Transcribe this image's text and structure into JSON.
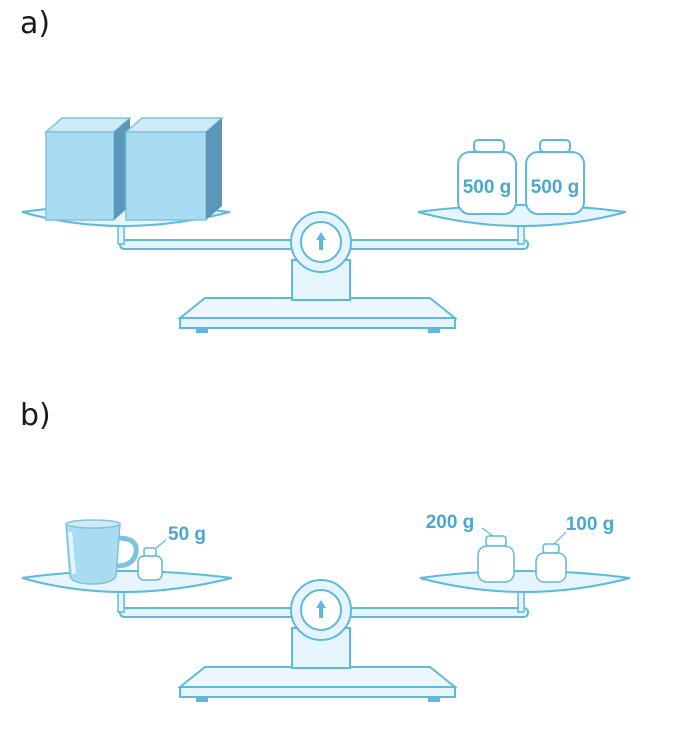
{
  "parts": [
    {
      "label": "a)",
      "left_pan": {
        "items": [
          "box",
          "box"
        ]
      },
      "right_pan": {
        "weights": [
          "500 g",
          "500 g"
        ]
      }
    },
    {
      "label": "b)",
      "left_pan": {
        "items": [
          "cup"
        ],
        "weights": [
          "50 g"
        ]
      },
      "right_pan": {
        "weights": [
          "200 g",
          "100 g"
        ]
      }
    }
  ],
  "colors": {
    "outline": "#5fb9dc",
    "pan_fill": "#e6f5fb",
    "box_front": "#a9dcf0",
    "box_side": "#5a97b8",
    "box_top": "#cfeaf6"
  }
}
